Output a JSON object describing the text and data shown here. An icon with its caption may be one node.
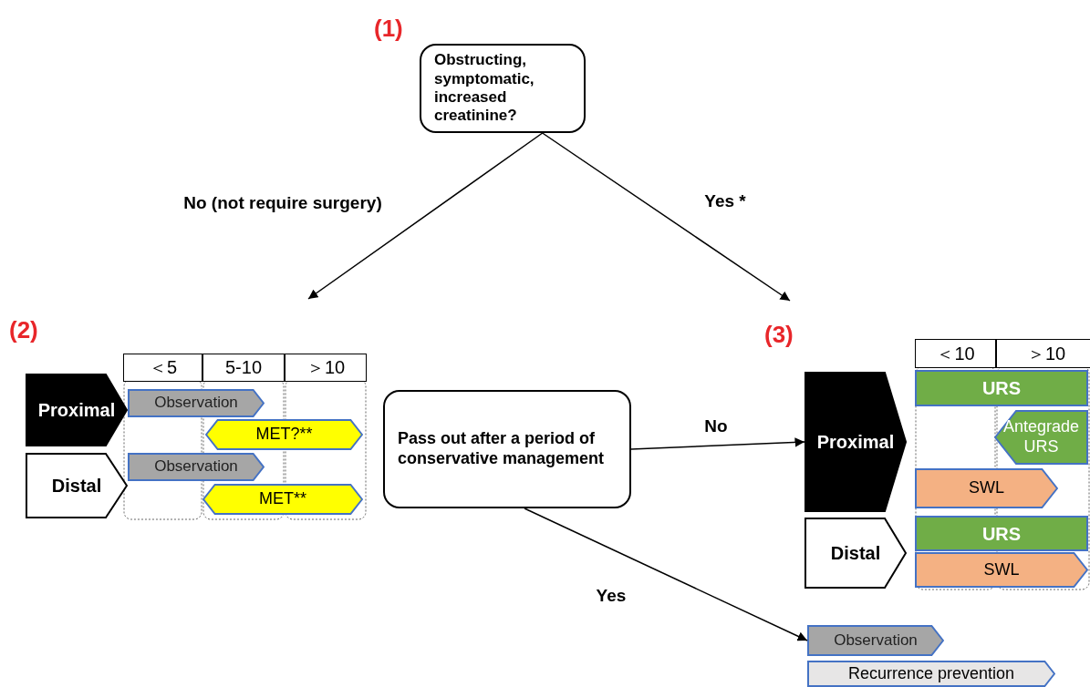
{
  "diagram": {
    "nodes": [
      {
        "text": [
          "Obstructing, symptomatic, increased creatinine?"
        ]
      },
      {
        "text": [
          "Proximal"
        ]
      },
      {
        "text": [
          "Distal"
        ]
      },
      {
        "text": [
          "Observation"
        ]
      },
      {
        "text": [
          "MET?**"
        ]
      },
      {
        "text": [
          "Observation"
        ]
      },
      {
        "text": [
          "MET**"
        ]
      },
      {
        "text": [
          "Pass out after a period of conservative management"
        ]
      },
      {
        "text": [
          "Proximal"
        ]
      },
      {
        "text": [
          "Distal"
        ]
      },
      {
        "text": [
          "URS"
        ]
      },
      {
        "text": [
          "Antegrade URS"
        ]
      },
      {
        "text": [
          "SWL"
        ]
      },
      {
        "text": [
          "URS"
        ]
      },
      {
        "text": [
          "SWL"
        ]
      },
      {
        "text": [
          "Observation"
        ]
      },
      {
        "text": [
          "Recurrence prevention"
        ]
      }
    ],
    "edges": [
      {
        "from": 0,
        "to": null,
        "arrow": "to",
        "label": "No (not require surgery)"
      },
      {
        "from": 0,
        "to": null,
        "arrow": "to",
        "label": "Yes *"
      },
      {
        "from": 7,
        "to": 8,
        "arrow": "to",
        "label": "No"
      },
      {
        "from": 7,
        "to": 15,
        "arrow": "to",
        "label": "Yes"
      }
    ],
    "labels": [
      "(1)",
      "(2)",
      "(3)",
      "＜5",
      "5-10",
      "＞10",
      "＜10",
      "＞10"
    ]
  }
}
